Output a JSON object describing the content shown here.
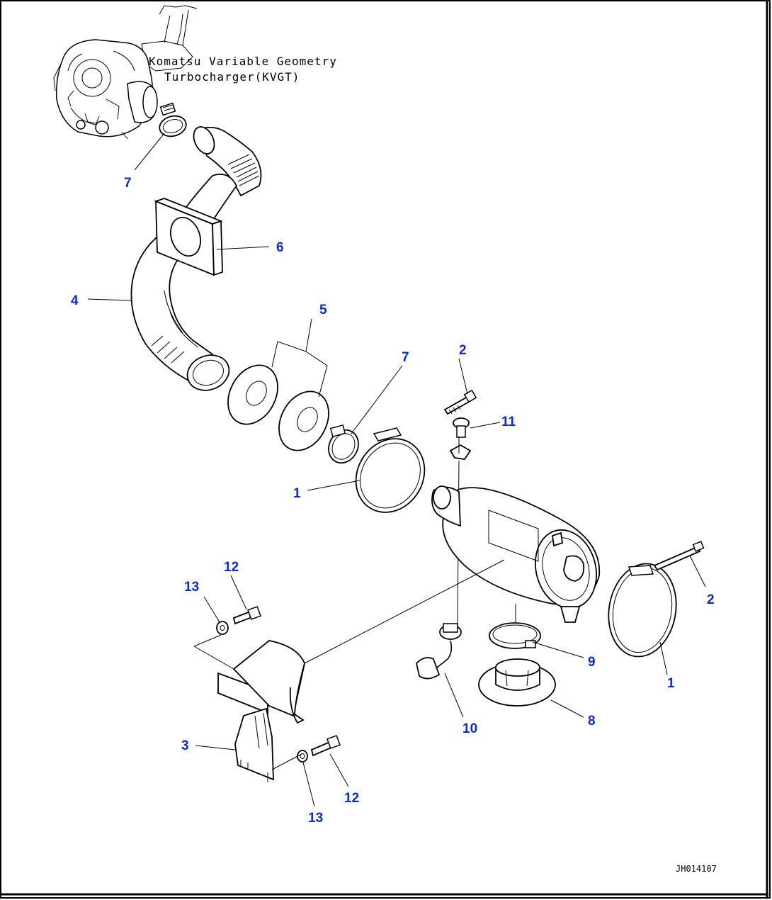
{
  "caption": {
    "line1": "Komatsu Variable Geometry",
    "line2": "Turbocharger(KVGT)"
  },
  "drawing_code": "JH014107",
  "callouts": {
    "c7_top": "7",
    "c6": "6",
    "c4": "4",
    "c5": "5",
    "c7_mid": "7",
    "c2_top": "2",
    "c11": "11",
    "c1_left": "1",
    "c12_top": "12",
    "c13_top": "13",
    "c2_right": "2",
    "c9": "9",
    "c1_right": "1",
    "c3": "3",
    "c10": "10",
    "c8": "8",
    "c12_bottom": "12",
    "c13_bottom": "13"
  }
}
